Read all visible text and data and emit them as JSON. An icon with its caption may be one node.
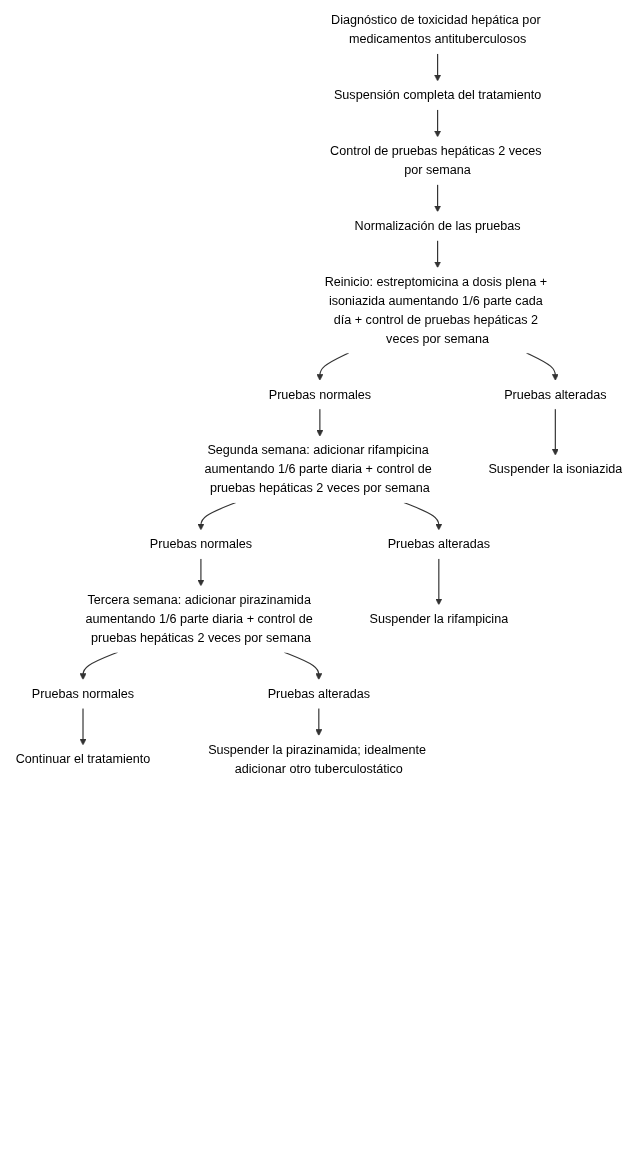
{
  "diagram": {
    "nodes": [
      {
        "text": [
          "Diagnóstico de toxicidad hepática por medicamentos antituberculosos"
        ]
      },
      {
        "text": [
          "Suspensión completa del tratamiento"
        ]
      },
      {
        "text": [
          "Control de pruebas hepáticas 2 veces por semana"
        ]
      },
      {
        "text": [
          "Normalización de las pruebas"
        ]
      },
      {
        "text": [
          "Reinicio: estreptomicina a dosis plena + isoniazida aumentando 1/6 parte cada día + control de pruebas hepáticas 2 veces por semana"
        ]
      },
      {
        "text": [
          "Pruebas normales"
        ]
      },
      {
        "text": [
          "Pruebas alteradas"
        ]
      },
      {
        "text": [
          "Segunda semana: adicionar rifampicina aumentando 1/6 parte diaria + control de pruebas hepáticas 2 veces por semana"
        ]
      },
      {
        "text": [
          "Suspender la isoniazida"
        ]
      },
      {
        "text": [
          "Pruebas normales"
        ]
      },
      {
        "text": [
          "Pruebas alteradas"
        ]
      },
      {
        "text": [
          "Tercera semana: adicionar pirazinamida aumentando 1/6 parte diaria + control de pruebas hepáticas 2 veces por semana"
        ]
      },
      {
        "text": [
          "Suspender la rifampicina"
        ]
      },
      {
        "text": [
          "Pruebas normales"
        ]
      },
      {
        "text": [
          "Pruebas alteradas"
        ]
      },
      {
        "text": [
          "Continuar el tratamiento"
        ]
      },
      {
        "text": [
          "Suspender la pirazinamida; idealmente adicionar otro tuberculostático"
        ]
      }
    ],
    "edges": [
      {
        "from": 0,
        "to": 1,
        "arrow": "to"
      },
      {
        "from": 1,
        "to": 2,
        "arrow": "to"
      },
      {
        "from": 2,
        "to": 3,
        "arrow": "to"
      },
      {
        "from": 3,
        "to": 4,
        "arrow": "to"
      },
      {
        "from": 4,
        "to": 5,
        "arrow": "to"
      },
      {
        "from": 4,
        "to": 6,
        "arrow": "to"
      },
      {
        "from": 5,
        "to": 7,
        "arrow": "to"
      },
      {
        "from": 6,
        "to": 8,
        "arrow": "to"
      },
      {
        "from": 7,
        "to": 9,
        "arrow": "to"
      },
      {
        "from": 7,
        "to": 10,
        "arrow": "to"
      },
      {
        "from": 9,
        "to": 11,
        "arrow": "to"
      },
      {
        "from": 10,
        "to": 12,
        "arrow": "to"
      },
      {
        "from": 11,
        "to": 13,
        "arrow": "to"
      },
      {
        "from": 11,
        "to": 14,
        "arrow": "to"
      },
      {
        "from": 13,
        "to": 15,
        "arrow": "to"
      },
      {
        "from": 14,
        "to": 16,
        "arrow": "to"
      }
    ]
  }
}
